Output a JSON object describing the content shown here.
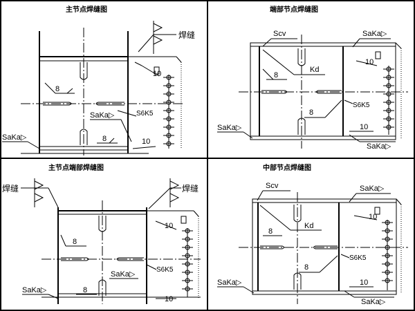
{
  "panels": [
    {
      "title": "主节点焊缝图",
      "labels": {
        "weld": "焊缝",
        "sakap": "SaKa▷",
        "s6k5": "S6K5",
        "n8a": "8",
        "n8b": "8",
        "n10a": "10",
        "n10b": "10"
      }
    },
    {
      "title": "端部节点焊缝图",
      "labels": {
        "scv": "Scv",
        "sakap_top": "SaKa▷",
        "kd": "Kd",
        "sakap_left": "SaKa▷",
        "s6k5": "S6K5",
        "sakap_bottom": "SaKa▷",
        "n8a": "8",
        "n8b": "8",
        "n10a": "10",
        "n10b": "10"
      }
    },
    {
      "title": "主节点端部焊缝图",
      "labels": {
        "weld_left": "焊缝",
        "weld_right": "焊缝",
        "sakap_left": "SaKa▷",
        "sakap_mid": "SaKa▷",
        "s6k5": "S6K5",
        "n8a": "8",
        "n8b": "8",
        "n10": "10",
        "n10b": "10"
      }
    },
    {
      "title": "中部节点焊缝图",
      "labels": {
        "scv": "Scv",
        "sakap_top": "SaKa▷",
        "kd": "Kd",
        "sakap_left": "SaKa▷",
        "s6k5": "S6K5",
        "sakap_bottom": "SaKa▷",
        "n8a": "8",
        "n8b": "8",
        "n10a": "10",
        "n10b": "10"
      }
    }
  ]
}
